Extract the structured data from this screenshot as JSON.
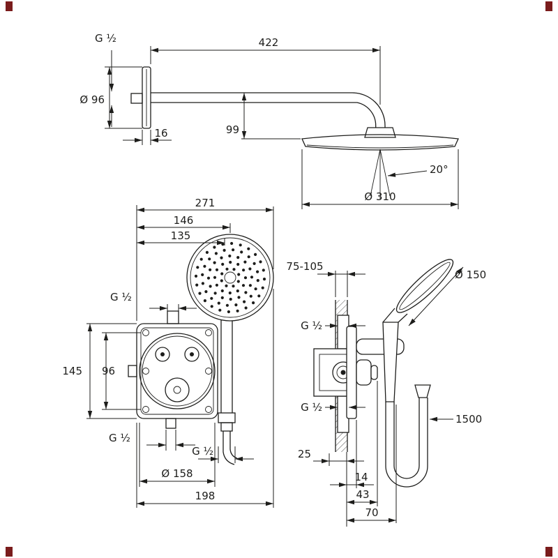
{
  "colors": {
    "line": "#1d1d1b",
    "bg": "#ffffff",
    "marker": "#7a1c1c"
  },
  "drawing": {
    "head_shower": {
      "thread": "G ½",
      "flange_diameter": "Ø 96",
      "flange_depth": "16",
      "arm_length": "422",
      "arm_height": "99",
      "spray_angle": "20°",
      "head_diameter": "Ø 310"
    },
    "front_view": {
      "width_overall": "271",
      "width_hand_shower": "146",
      "width_hose": "135",
      "thread_top": "G ½",
      "height_overall": "145",
      "height_ports": "96",
      "thread_bottom": "G ½",
      "thread_hose": "G ½",
      "trim_diameter": "Ø 158",
      "width_bottom": "198"
    },
    "side_view": {
      "mounting_depth_range": "75-105",
      "hand_shower_diameter": "Ø 150",
      "thread_top": "G ½",
      "thread_bottom": "G ½",
      "hose_length": "1500",
      "depth_box": "25",
      "depth_trim": "14",
      "depth_knob": "43",
      "depth_handle": "70"
    }
  }
}
